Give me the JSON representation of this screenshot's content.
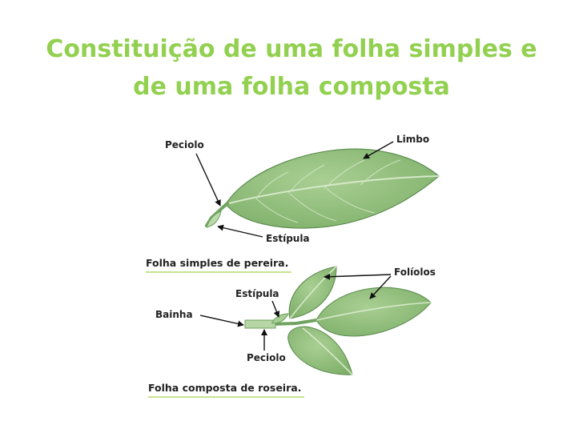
{
  "slide": {
    "title_line1": "Constituição de uma folha simples e",
    "title_line2": "de uma folha composta"
  },
  "diagram": {
    "simple_leaf": {
      "labels": {
        "peciolo": "Peciolo",
        "limbo": "Limbo",
        "estipula": "Estípula"
      },
      "caption": "Folha simples de pereira."
    },
    "compound_leaf": {
      "labels": {
        "foliolos": "Folíolos",
        "estipula": "Estípula",
        "bainha": "Bainha",
        "peciolo": "Peciolo"
      },
      "caption": "Folha composta de roseira."
    },
    "colors": {
      "title": "#92d050",
      "leaf_fill": "#94c27e",
      "leaf_dark": "#6fa35f",
      "vein": "#d6e8c9",
      "caption_underline": "#b8d86a"
    }
  }
}
